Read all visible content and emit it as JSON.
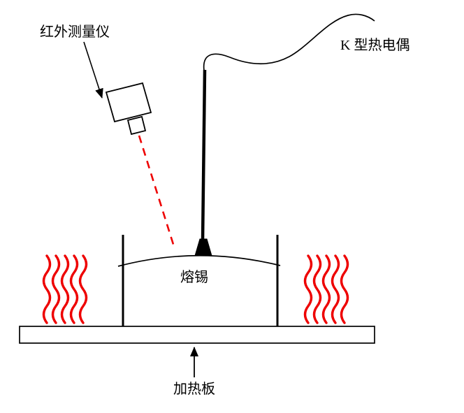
{
  "labels": {
    "infrared_meter": "红外测量仪",
    "thermocouple": "K 型热电偶",
    "molten_tin": "熔锡",
    "heating_plate": "加热板"
  },
  "colors": {
    "line_black": "#000000",
    "heat_red": "#ee0000",
    "laser_red": "#ee0000",
    "background": "#ffffff"
  }
}
